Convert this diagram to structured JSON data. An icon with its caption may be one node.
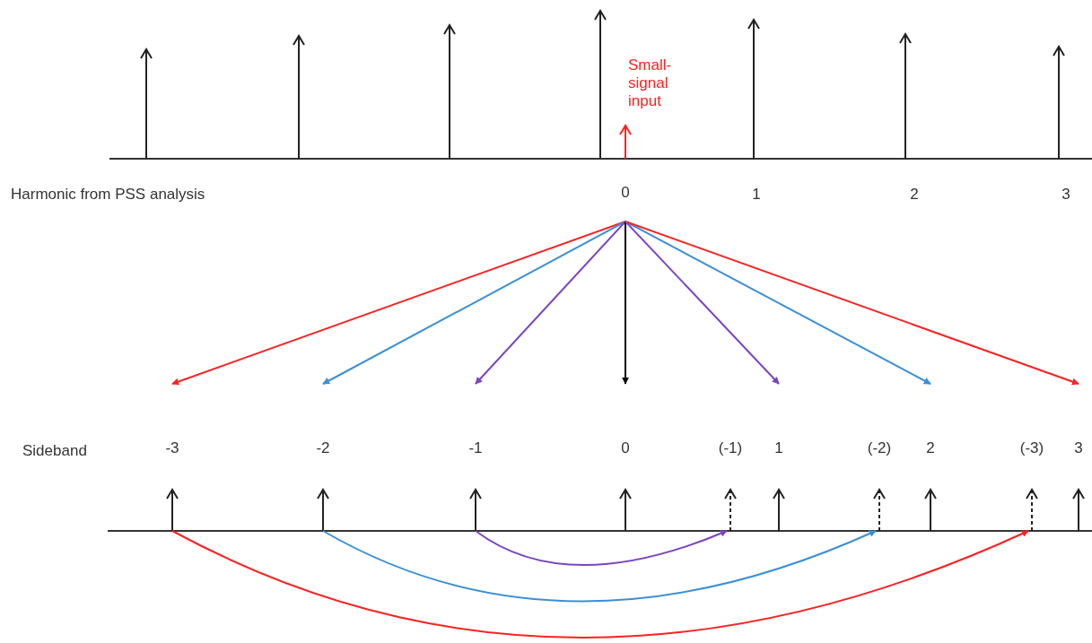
{
  "diagram": {
    "nodes": [
      {
        "text": [
          "0"
        ]
      },
      {
        "text": [
          "-3"
        ]
      },
      {
        "text": [
          "-2"
        ]
      },
      {
        "text": [
          "-1"
        ]
      },
      {
        "text": [
          "0"
        ]
      },
      {
        "text": [
          "(-1)"
        ]
      },
      {
        "text": [
          "1"
        ]
      },
      {
        "text": [
          "(-2)"
        ]
      },
      {
        "text": [
          "2"
        ]
      },
      {
        "text": [
          "(-3)"
        ]
      },
      {
        "text": [
          "3"
        ]
      }
    ],
    "edges": [
      {
        "from": 0,
        "to": 1,
        "arrow": "to",
        "color": "#ff2020"
      },
      {
        "from": 0,
        "to": 2,
        "arrow": "to",
        "color": "#3a8fd6"
      },
      {
        "from": 0,
        "to": 3,
        "arrow": "to",
        "color": "#7a45c0"
      },
      {
        "from": 0,
        "to": 4,
        "arrow": "to",
        "color": "#000000"
      },
      {
        "from": 0,
        "to": 6,
        "arrow": "to",
        "color": "#7a45c0"
      },
      {
        "from": 0,
        "to": 8,
        "arrow": "to",
        "color": "#3a8fd6"
      },
      {
        "from": 0,
        "to": 10,
        "arrow": "to",
        "color": "#ff2020"
      },
      {
        "from": 3,
        "to": 5,
        "arrow": "to",
        "color": "#7a45c0"
      },
      {
        "from": 2,
        "to": 7,
        "arrow": "to",
        "color": "#3a8fd6"
      },
      {
        "from": 1,
        "to": 9,
        "arrow": "to",
        "color": "#ff2020"
      }
    ],
    "labels": [
      "Small-signal input",
      "Harmonic  from PSS analysis",
      "1",
      "2",
      "3",
      "Sideband"
    ]
  }
}
